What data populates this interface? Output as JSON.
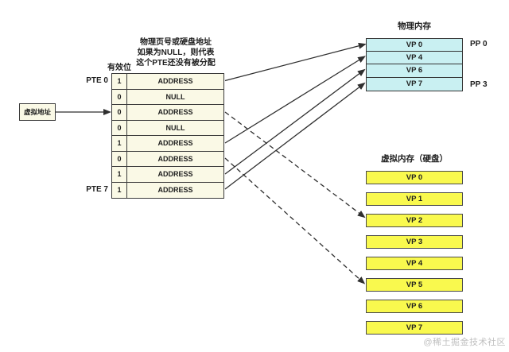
{
  "annotation": {
    "line1": "物理页号或硬盘地址",
    "line2": "如果为NULL，则代表",
    "line3": "这个PTE还没有被分配"
  },
  "page_table": {
    "valid_column_label": "有效位",
    "first_row_label": "PTE 0",
    "last_row_label": "PTE 7",
    "rows": [
      {
        "valid": "1",
        "value": "ADDRESS"
      },
      {
        "valid": "0",
        "value": "NULL"
      },
      {
        "valid": "0",
        "value": "ADDRESS"
      },
      {
        "valid": "0",
        "value": "NULL"
      },
      {
        "valid": "1",
        "value": "ADDRESS"
      },
      {
        "valid": "0",
        "value": "ADDRESS"
      },
      {
        "valid": "1",
        "value": "ADDRESS"
      },
      {
        "valid": "1",
        "value": "ADDRESS"
      }
    ]
  },
  "virtual_address": {
    "label": "虚拟地址"
  },
  "physical_memory": {
    "title": "物理内存",
    "rows": [
      "VP 0",
      "VP 4",
      "VP 6",
      "VP 7"
    ],
    "pp_first": "PP 0",
    "pp_last": "PP 3"
  },
  "disk_memory": {
    "title": "虚拟内存（硬盘）",
    "rows": [
      "VP 0",
      "VP 1",
      "VP 2",
      "VP 3",
      "VP 4",
      "VP 5",
      "VP 6",
      "VP 7"
    ]
  },
  "watermark": "@稀土掘金技术社区",
  "colors": {
    "table_bg": "#FAF9E6",
    "physical_memory_bg": "#C9F0F2",
    "disk_bg": "#F9F94E",
    "line": "#2f2f2f",
    "watermark": "#bfbfbf"
  }
}
